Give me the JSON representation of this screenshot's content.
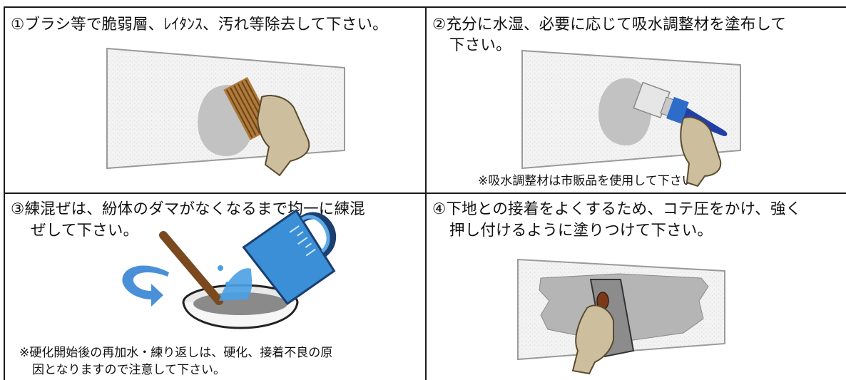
{
  "panels": [
    {
      "caption_line1": "①ブラシ等で脆弱層、ﾚｲﾀﾝｽ、汚れ等除去して下さい。",
      "illustration": "brush-cleaning-wall"
    },
    {
      "caption_line1": "②充分に水湿、必要に応じて吸水調整材を塗布して",
      "caption_line2": "下さい。",
      "note": "※吸水調整材は市販品を使用して下さい。",
      "illustration": "paint-brush-primer"
    },
    {
      "caption_line1": "③練混ぜは、紛体のダマがなくなるまで均一に練混",
      "caption_line2": "ぜして下さい。",
      "note_line1": "※硬化開始後の再加水・練り返しは、硬化、接着不良の原",
      "note_line2": "因となりますので注意して下さい。",
      "illustration": "mixing-bowl-pitcher"
    },
    {
      "caption_line1": "④下地との接着をよくするため、コテ圧をかけ、強く",
      "caption_line2": "押し付けるように塗りつけて下さい。",
      "illustration": "trowel-applying"
    }
  ],
  "colors": {
    "border": "#1a1a1a",
    "wall": "#f2f2f2",
    "patch": "#c4c4c4",
    "skin": "#cdbf9e",
    "brush_wood": "#8a5a2c",
    "blue": "#3a8fd6",
    "navy": "#2040a8"
  }
}
